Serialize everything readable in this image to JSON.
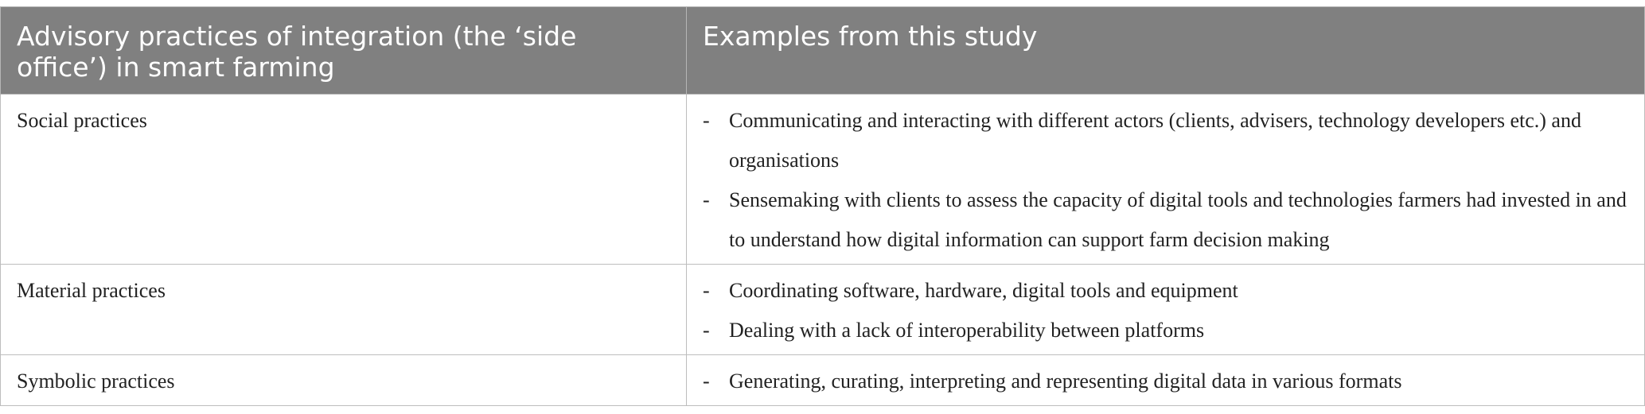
{
  "table": {
    "headers": [
      "Advisory practices of integration (the ‘side office’) in smart farming",
      "Examples from this study"
    ],
    "rows": [
      {
        "label": "Social practices",
        "examples": [
          "Communicating and interacting with different actors (clients, advisers, technology developers etc.) and organisations",
          "Sensemaking with clients to assess the capacity of digital tools and technologies farmers had invested in and to understand how digital information can support farm decision making"
        ]
      },
      {
        "label": "Material practices",
        "examples": [
          "Coordinating software, hardware, digital tools and equipment",
          "Dealing with a lack of interoperability between platforms"
        ]
      },
      {
        "label": "Symbolic practices",
        "examples": [
          "Generating, curating, interpreting and representing digital data in various formats"
        ]
      }
    ],
    "bullet_marker": "-"
  },
  "colors": {
    "header_bg": "#808080",
    "header_text": "#ffffff",
    "body_text": "#222222",
    "border": "#bdbdbd"
  }
}
